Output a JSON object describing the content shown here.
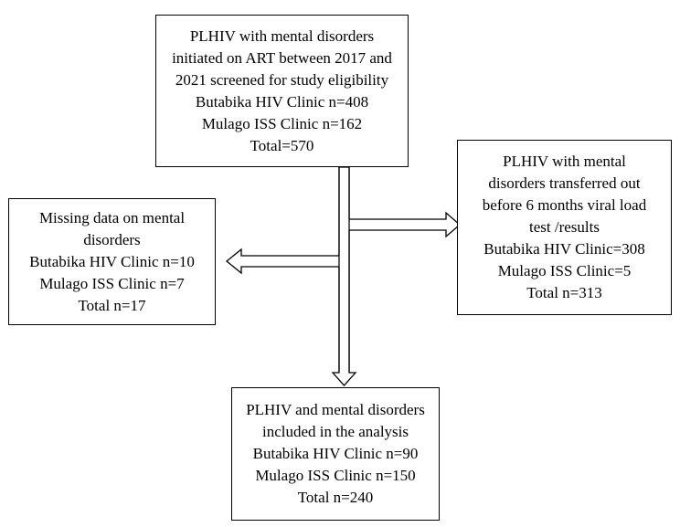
{
  "boxes": {
    "top": {
      "lines": [
        "PLHIV with mental disorders",
        "initiated on ART between 2017 and",
        "2021 screened for study eligibility",
        "Butabika HIV Clinic n=408",
        "Mulago ISS Clinic n=162",
        "Total=570"
      ]
    },
    "left": {
      "lines": [
        "Missing data on mental",
        "disorders",
        "Butabika HIV Clinic n=10",
        "Mulago ISS Clinic n=7",
        "Total n=17"
      ]
    },
    "right": {
      "lines": [
        "PLHIV with mental",
        "disorders transferred out",
        "before 6 months viral load",
        "test /results",
        "Butabika HIV Clinic=308",
        "Mulago ISS Clinic=5",
        "Total n=313"
      ]
    },
    "bottom": {
      "lines": [
        "PLHIV and mental disorders",
        "included in the analysis",
        "Butabika HIV Clinic n=90",
        "Mulago ISS Clinic n=150",
        "Total n=240"
      ]
    }
  }
}
